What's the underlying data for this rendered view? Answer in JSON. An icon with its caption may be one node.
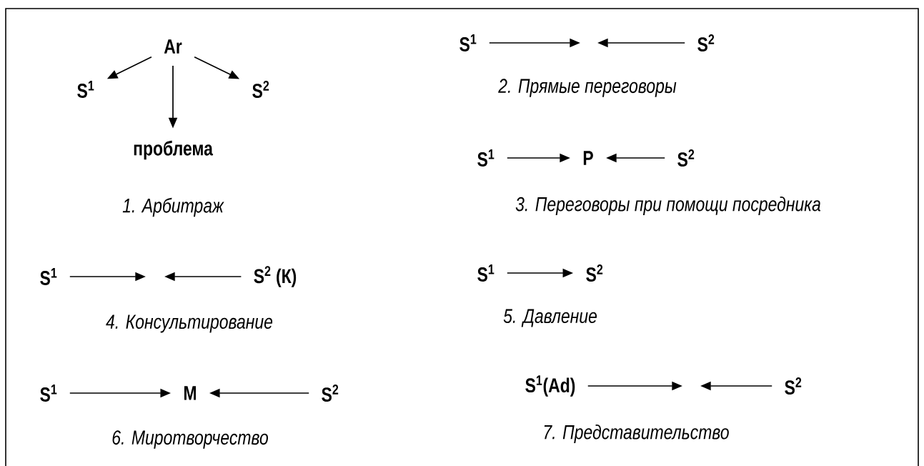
{
  "diagram": {
    "nodes": [
      {
        "text": [
          "Ar"
        ]
      },
      {
        "text": [
          "S$^{1}$"
        ]
      },
      {
        "text": [
          "S$^{2}$"
        ]
      },
      {
        "text": [
          "проблема"
        ]
      },
      {
        "text": [
          "S$^{1}$"
        ]
      },
      {
        "text": [
          "S$^{2}$"
        ]
      },
      {
        "text": [
          "S$^{1}$"
        ]
      },
      {
        "text": [
          "P"
        ]
      },
      {
        "text": [
          "S$^{2}$"
        ]
      },
      {
        "text": [
          "S$^{1}$"
        ]
      },
      {
        "text": [
          "S$^{2}$ (К)"
        ]
      },
      {
        "text": [
          "S$^{1}$"
        ]
      },
      {
        "text": [
          "S$^{2}$"
        ]
      },
      {
        "text": [
          "S$^{1}$"
        ]
      },
      {
        "text": [
          "M"
        ]
      },
      {
        "text": [
          "S$^{2}$"
        ]
      },
      {
        "text": [
          "S$^{1}$(Ad)"
        ]
      },
      {
        "text": [
          "S$^{2}$"
        ]
      }
    ],
    "edges": [
      {
        "from": 0,
        "to": 1,
        "arrow": "to"
      },
      {
        "from": 0,
        "to": 3,
        "arrow": "to"
      },
      {
        "from": 0,
        "to": 2,
        "arrow": "to"
      },
      {
        "from": 4,
        "to": null,
        "arrow": "to"
      },
      {
        "from": 5,
        "to": null,
        "arrow": "to"
      },
      {
        "from": 6,
        "to": 7,
        "arrow": "to"
      },
      {
        "from": 8,
        "to": 7,
        "arrow": "to"
      },
      {
        "from": 9,
        "to": null,
        "arrow": "to"
      },
      {
        "from": 10,
        "to": null,
        "arrow": "to"
      },
      {
        "from": 11,
        "to": 12,
        "arrow": "to"
      },
      {
        "from": 13,
        "to": 14,
        "arrow": "to"
      },
      {
        "from": 15,
        "to": 14,
        "arrow": "to"
      },
      {
        "from": 16,
        "to": null,
        "arrow": "to"
      },
      {
        "from": 17,
        "to": null,
        "arrow": "to"
      }
    ],
    "labels": [
      "1. Арбитраж",
      "2. Прямые переговоры",
      "3. Переговоры при помощи посредника",
      "4. Консультирование",
      "5. Давление",
      "6. Миротворчество",
      "7. Представительство"
    ]
  }
}
